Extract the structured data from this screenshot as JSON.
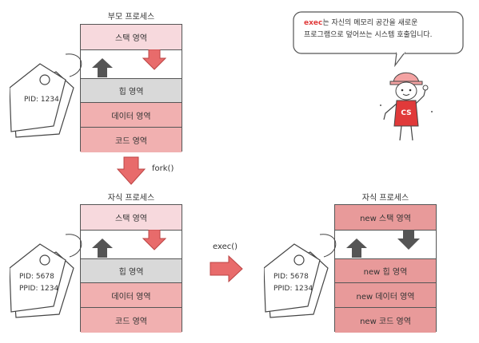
{
  "parent": {
    "title": "부모 프로세스",
    "segments": [
      "스택 영역",
      "",
      "힙 영역",
      "데이터 영역",
      "코드 영역"
    ],
    "tag": [
      "PID: 1234"
    ]
  },
  "fork_label": "fork()",
  "child": {
    "title": "자식 프로세스",
    "segments": [
      "스택 영역",
      "",
      "힙 영역",
      "데이터 영역",
      "코드 영역"
    ],
    "tag": [
      "PID: 5678",
      "PPID: 1234"
    ]
  },
  "exec_label": "exec()",
  "exec_child": {
    "title": "자식 프로세스",
    "segments": [
      "new 스택 영역",
      "",
      "new 힙 영역",
      "new 데이터 영역",
      "new 코드 영역"
    ],
    "tag": [
      "PID: 5678",
      "PPID: 1234"
    ]
  },
  "bubble": {
    "keyword": "exec",
    "line1_rest": "는 자신의 메모리 공간을 새로운",
    "line2": "프로그램으로 덮어쓰는 시스템 호출입니다."
  },
  "character": {
    "shirt_text": "CS"
  },
  "colors": {
    "stack": "#f7d9dd",
    "heap": "#d9d9d9",
    "data_code": "#f1b0b0",
    "new_segment": "#e89a9a",
    "arrow_red": "#e86b6b",
    "arrow_gray": "#555555",
    "accent": "#e03a3a"
  }
}
